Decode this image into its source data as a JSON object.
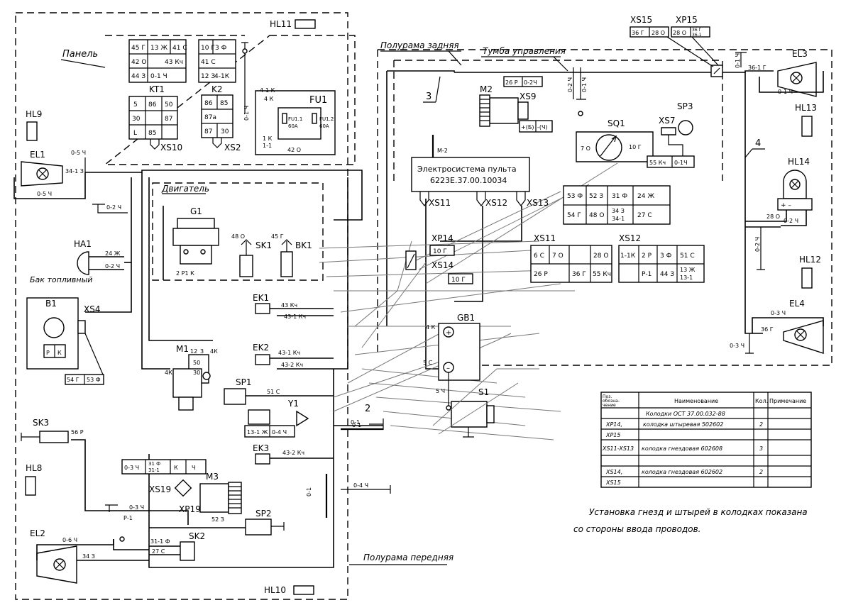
{
  "frames": {
    "panel": "Панель",
    "engine": "Двигатель",
    "fuel_tank": "Бак топливный",
    "rear_semi_frame": "Полурама задняя",
    "control_stand": "Тумба управления",
    "front_semi_frame": "Полурама передняя"
  },
  "components": {
    "HL11": "HL11",
    "HL9": "HL9",
    "EL1": "EL1",
    "HA1": "HA1",
    "B1": "B1",
    "XS4": "XS4",
    "KT1": "KT1",
    "K2": "K2",
    "XS10": "XS10",
    "XS2": "XS2",
    "FU1": "FU1",
    "G1": "G1",
    "SK1": "SK1",
    "BK1": "BK1",
    "EK1": "EK1",
    "EK2": "EK2",
    "EK3": "EK3",
    "M1": "M1",
    "SP1": "SP1",
    "Y1": "Y1",
    "SK3": "SK3",
    "HL8": "HL8",
    "EL2": "EL2",
    "XS19": "XS19",
    "XP19": "XP19",
    "M3": "M3",
    "SP2": "SP2",
    "SK2": "SK2",
    "HL10": "HL10",
    "M2": "M2",
    "XS9": "XS9",
    "XS11": "XS11",
    "XS12": "XS12",
    "XS13": "XS13",
    "XP14": "XP14",
    "XS14": "XS14",
    "GB1": "GB1",
    "S1": "S1",
    "SQ1": "SQ1",
    "XS7": "XS7",
    "SP3": "SP3",
    "XS15": "XS15",
    "XP15": "XP15",
    "EL3": "EL3",
    "HL13": "HL13",
    "HL14": "HL14",
    "HL12": "HL12",
    "EL4": "EL4"
  },
  "console": {
    "title": "Электросистема пульта",
    "code": "6223Е.37.00.10034",
    "wire": "М-2"
  },
  "harness_numbers": [
    "2",
    "3",
    "4"
  ],
  "wire_labels": {
    "el1_a": "0-5 Ч",
    "el1_b": "34-1 З",
    "el1_c": "0-5 Ч",
    "ha1_gnd": "0-2 Ч",
    "ha1_a": "24 Ж",
    "ha1_b": "0-2 Ч",
    "sk1": "48 О",
    "bk1": "45 Г",
    "g1": "2 Р1 К",
    "fu_a": "4-1 К",
    "fu_b": "4 К",
    "fu_c": "1 К",
    "fu_d": "1-1",
    "fu_e": "42 О",
    "fu_gnd": "0-1 Ч",
    "ek1_a": "43 Кч",
    "ek1_b": "43-1 Кч",
    "ek2_a": "43-1 Кч",
    "ek2_b": "43-2 Кч",
    "ek3": "43-2 Кч",
    "m1_a": "12",
    "m1_b": "3",
    "m1_c": "4К",
    "m1_d": "50",
    "m1_e": "30",
    "m1_f": "4К",
    "sp1": "51 С",
    "sk3": "56 Р",
    "el2_a": "0-6 Ч",
    "el2_b": "34 З",
    "xs19_a": "0-3 Ч",
    "xs19_b": "Р-1",
    "m3": "52 З",
    "sk2_a": "31-1 Ф",
    "sk2_b": "27 С",
    "gnd_a": "0-1",
    "gnd_b": "0-4 Ч",
    "gnd_c": "0-1",
    "gb_a": "4 К",
    "gb_b": "5 С",
    "gb_c": "5 Ч",
    "sq1_a": "7 О",
    "sq1_b": "10 Г",
    "sw_a": "0-2 Ч",
    "sw_b": "0-1 Ч",
    "el3_a": "36-1 Г",
    "el3_b": "0-1 Ч",
    "el3_c": "0-1 Ч",
    "hl14_a": "28 О",
    "hl14_b": "0-2 Ч",
    "hl14_c": "0-2 Ч",
    "el4_a": "0-3 Ч",
    "el4_b": "36 Г",
    "el4_c": "0-3 Ч",
    "m2_a": "+(Б)",
    "m2_b": "-(Ч)",
    "y1_lbl": "13-1 Ж",
    "y1_lbl2": "0-4 Ч"
  },
  "connector_tables": {
    "kt1_top": [
      [
        "45 Г",
        "13 Ж",
        "41 С"
      ],
      [
        "42 О",
        "",
        "43 Кч"
      ],
      [
        "44 З",
        "0-1 Ч",
        ""
      ]
    ],
    "k2_top": [
      [
        "10 Г",
        "3 Ф"
      ],
      [
        "41 С",
        ""
      ],
      [
        "12 З",
        "4-1К"
      ]
    ],
    "kt1_relay": [
      [
        "5",
        "86",
        "50"
      ],
      [
        "30",
        "",
        "87"
      ],
      [
        "L",
        "85",
        ""
      ]
    ],
    "k2_relay": [
      [
        "86",
        "85"
      ],
      [
        "87а",
        ""
      ],
      [
        "87",
        "30"
      ]
    ],
    "fu1_fuses": [
      "FU1.1\n60A",
      "FU1.2\n60A"
    ],
    "xs9": [
      "26 Р",
      "0-2Ч"
    ],
    "xs7": [
      "55 Кч",
      "0-1Ч"
    ],
    "xs13": [
      [
        "53 Ф",
        "52 З",
        "31 Ф",
        "24 Ж"
      ],
      [
        "54 Г",
        "48 О",
        "34 З\n34-1",
        "27 С"
      ]
    ],
    "xs11": [
      [
        "6 С",
        "7 О",
        "",
        "28 О"
      ],
      [
        "26 Р",
        "",
        "36 Г",
        "55 Кч"
      ]
    ],
    "xs12": [
      [
        "1-1К",
        "2 Р",
        "3 Ф",
        "51 С"
      ],
      [
        "",
        "Р-1",
        "44 З",
        "13 Ж\n13-1"
      ]
    ],
    "xp14": "10 Г",
    "xs14": "10 Г",
    "xs15": [
      "36 Г",
      "28 О"
    ],
    "xp15": [
      "28 О",
      "36 Г\n36-1"
    ],
    "b1": [
      "Р",
      "К"
    ],
    "b1_bottom": [
      "54 Г",
      "53 Ф"
    ],
    "xs19_box": [
      "0-3 Ч",
      "31 Ф\n31-1",
      "К",
      "Ч"
    ]
  },
  "legend_table": {
    "headers": [
      "Поз. обозна-чение",
      "Наименование",
      "Кол.",
      "Примечание"
    ],
    "rows": [
      [
        "",
        "Колодки ОСТ 37.00.032-88",
        "",
        ""
      ],
      [
        "XP14,",
        "колодка штыревая 502602",
        "2",
        ""
      ],
      [
        "XP15",
        "",
        "",
        ""
      ],
      [
        "XS11-XS13",
        "колодка гнездовая 602608",
        "3",
        ""
      ],
      [
        "",
        "",
        "",
        ""
      ],
      [
        "XS14,",
        "колодка гнездовая 602602",
        "2",
        ""
      ],
      [
        "XS15",
        "",
        "",
        ""
      ]
    ]
  },
  "note_line1": "Установка гнезд и штырей в колодках показана",
  "note_line2": "со стороны ввода проводов."
}
